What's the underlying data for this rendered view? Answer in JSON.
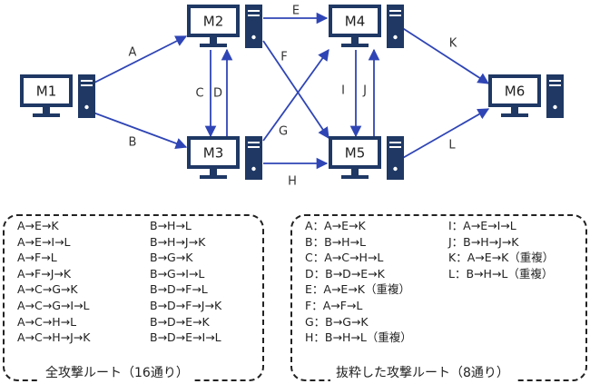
{
  "computers": [
    {
      "id": "M1",
      "label": "M1"
    },
    {
      "id": "M2",
      "label": "M2"
    },
    {
      "id": "M3",
      "label": "M3"
    },
    {
      "id": "M4",
      "label": "M4"
    },
    {
      "id": "M5",
      "label": "M5"
    },
    {
      "id": "M6",
      "label": "M6"
    }
  ],
  "edges": [
    {
      "label": "A",
      "from": "M1",
      "to": "M2"
    },
    {
      "label": "B",
      "from": "M1",
      "to": "M3"
    },
    {
      "label": "C",
      "from": "M2",
      "to": "M3"
    },
    {
      "label": "D",
      "from": "M3",
      "to": "M2"
    },
    {
      "label": "E",
      "from": "M2",
      "to": "M4"
    },
    {
      "label": "F",
      "from": "M2",
      "to": "M5"
    },
    {
      "label": "G",
      "from": "M3",
      "to": "M4"
    },
    {
      "label": "H",
      "from": "M3",
      "to": "M5"
    },
    {
      "label": "I",
      "from": "M4",
      "to": "M5"
    },
    {
      "label": "J",
      "from": "M5",
      "to": "M4"
    },
    {
      "label": "K",
      "from": "M4",
      "to": "M6"
    },
    {
      "label": "L",
      "from": "M5",
      "to": "M6"
    }
  ],
  "all_routes": {
    "caption": "全攻撃ルート（16通り）",
    "col1": [
      "A→E→K",
      "A→E→I→L",
      "A→F→L",
      "A→F→J→K",
      "A→C→G→K",
      "A→C→G→I→L",
      "A→C→H→L",
      "A→C→H→J→K"
    ],
    "col2": [
      "B→H→L",
      "B→H→J→K",
      "B→G→K",
      "B→G→I→L",
      "B→D→F→L",
      "B→D→F→J→K",
      "B→D→E→K",
      "B→D→E→I→L"
    ]
  },
  "selected_routes": {
    "caption": "抜粋した攻撃ルート（8通り）",
    "col1": [
      "A：A→E→K",
      "B：B→H→L",
      "C：A→C→H→L",
      "D：B→D→E→K",
      "E：A→E→K（重複）",
      "F：A→F→L",
      "G：B→G→K",
      "H：B→H→L（重複）"
    ],
    "col2": [
      "I：A→E→I→L",
      "J：B→H→J→K",
      "K：A→E→K（重複）",
      "L：B→H→L（重複）"
    ]
  },
  "colors": {
    "computer": "#1f3864",
    "arrow": "#2f45b5",
    "screen": "#ffffff"
  }
}
